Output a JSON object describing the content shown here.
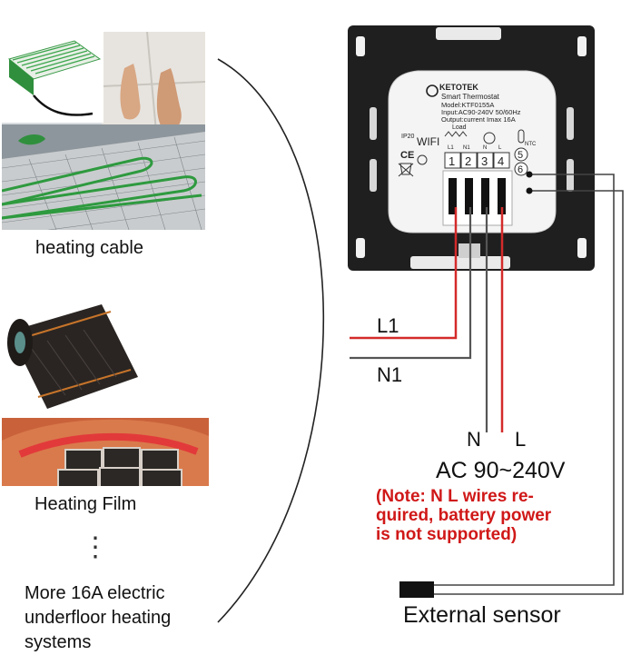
{
  "left_panel": {
    "heating_cable_caption": "heating cable",
    "heating_film_caption": "Heating Film",
    "ellipsis": "⋮",
    "more_systems": [
      "More 16A electric",
      "underfloor heating",
      "systems"
    ]
  },
  "wiring": {
    "l1_label": "L1",
    "n1_label": "N1",
    "n_label": "N",
    "l_label": "L",
    "ac_label": "AC 90~240V",
    "note_lines": [
      "(Note: N L wires re-",
      "quired, battery power",
      "is not supported)"
    ],
    "sensor_label": "External sensor",
    "colors": {
      "live": "#d42a2a",
      "neutral": "#555555",
      "sensor": "#444444"
    }
  },
  "device": {
    "brand": "KETOTEK",
    "title": "Smart Thermostat",
    "model": "Model:KTF0155A",
    "input": "Input:AC90-240V 50/60Hz",
    "output": "Output:current Imax 16A",
    "load_label": "Load",
    "ntc_label": "NTC",
    "ip_label": "IP20",
    "wifi_label": "WIFI",
    "ce_label": "CE",
    "pin_labels": [
      "L1",
      "N1",
      "N",
      "L"
    ],
    "terminals": [
      "1",
      "2",
      "3",
      "4"
    ],
    "ntc_terminals": [
      "5",
      "6"
    ]
  }
}
